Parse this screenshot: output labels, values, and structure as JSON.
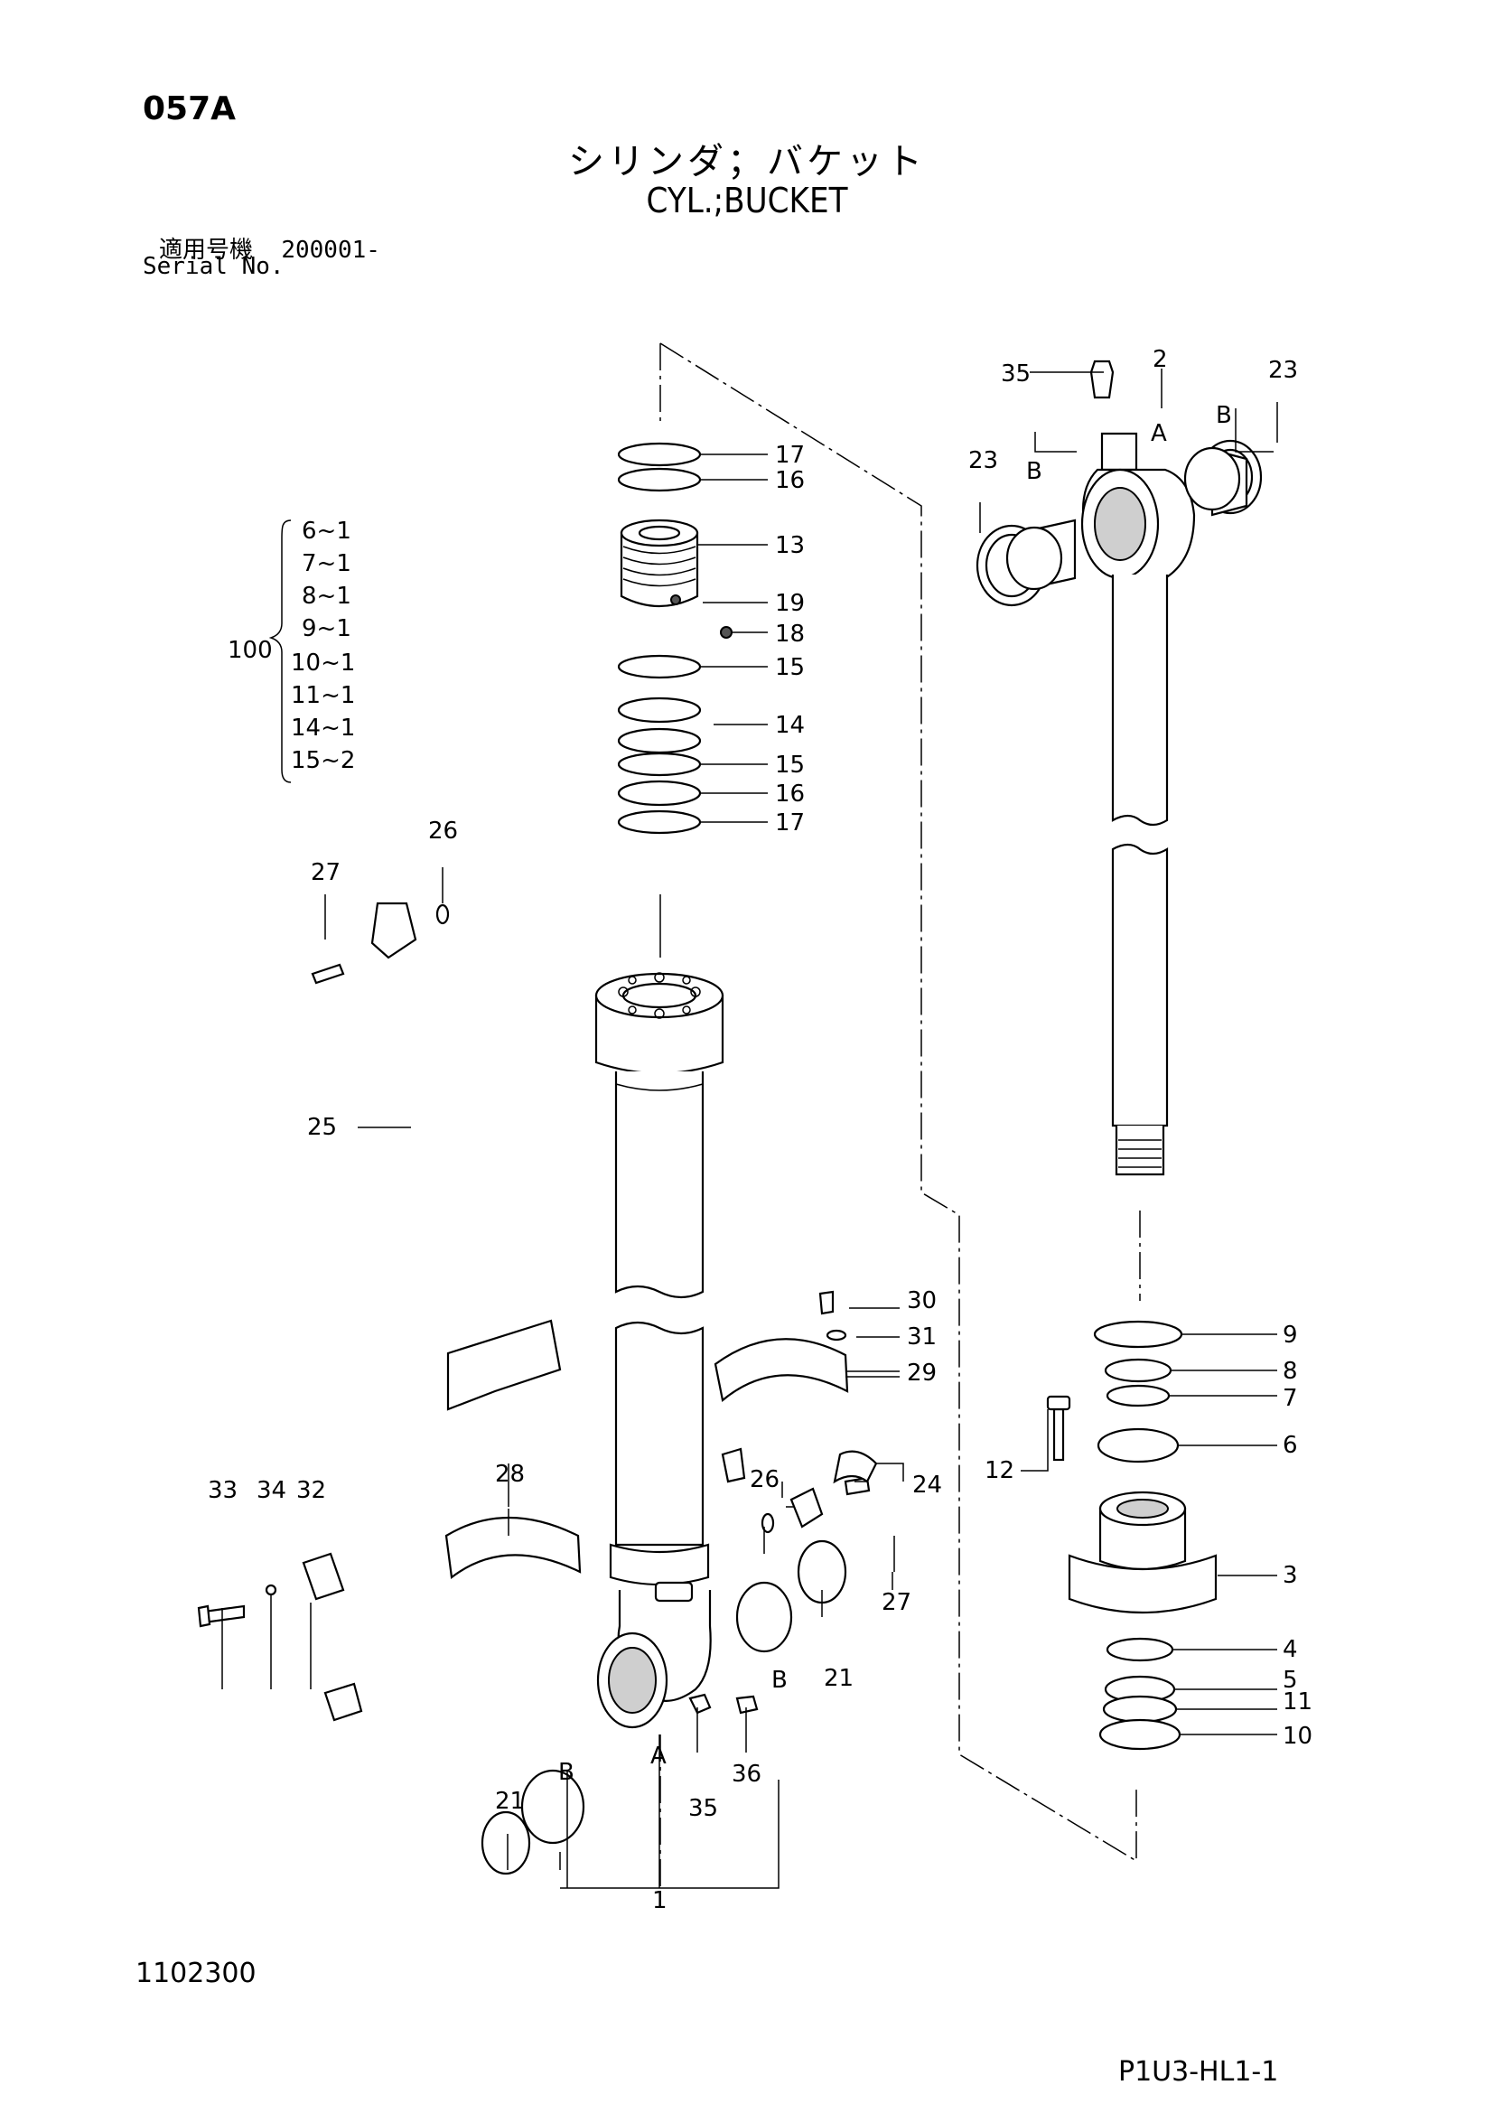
{
  "header": {
    "page_code": "057A",
    "title_jp": "シリンダ；バケット",
    "title_en": "CYL.;BUCKET",
    "serial_label_jp": "適用号機",
    "serial_value": "200001-",
    "serial_label_en": "Serial No."
  },
  "footer": {
    "doc_number": "1102300",
    "sheet_code": "P1U3-HL1-1"
  },
  "kit": {
    "number": "100",
    "items": [
      "6~1",
      "7~1",
      "8~1",
      "9~1",
      "10~1",
      "11~1",
      "14~1",
      "15~2"
    ]
  },
  "callouts": {
    "c1": "1",
    "c2": "2",
    "c3": "3",
    "c4": "4",
    "c5": "5",
    "c6": "6",
    "c7": "7",
    "c8": "8",
    "c9": "9",
    "c10": "10",
    "c11": "11",
    "c12": "12",
    "c13": "13",
    "c14": "14",
    "c15a": "15",
    "c15b": "15",
    "c16a": "16",
    "c16b": "16",
    "c17a": "17",
    "c17b": "17",
    "c18": "18",
    "c19": "19",
    "c21a": "21",
    "c21b": "21",
    "c23a": "23",
    "c23b": "23",
    "c24": "24",
    "c25": "25",
    "c26a": "26",
    "c26b": "26",
    "c27a": "27",
    "c27b": "27",
    "c28": "28",
    "c29": "29",
    "c30": "30",
    "c31": "31",
    "c32": "32",
    "c33": "33",
    "c34": "34",
    "c35a": "35",
    "c35b": "35",
    "c36": "36",
    "refA1": "A",
    "refA2": "A",
    "refB1": "B",
    "refB2": "B",
    "refB3": "B",
    "refB4": "B"
  }
}
